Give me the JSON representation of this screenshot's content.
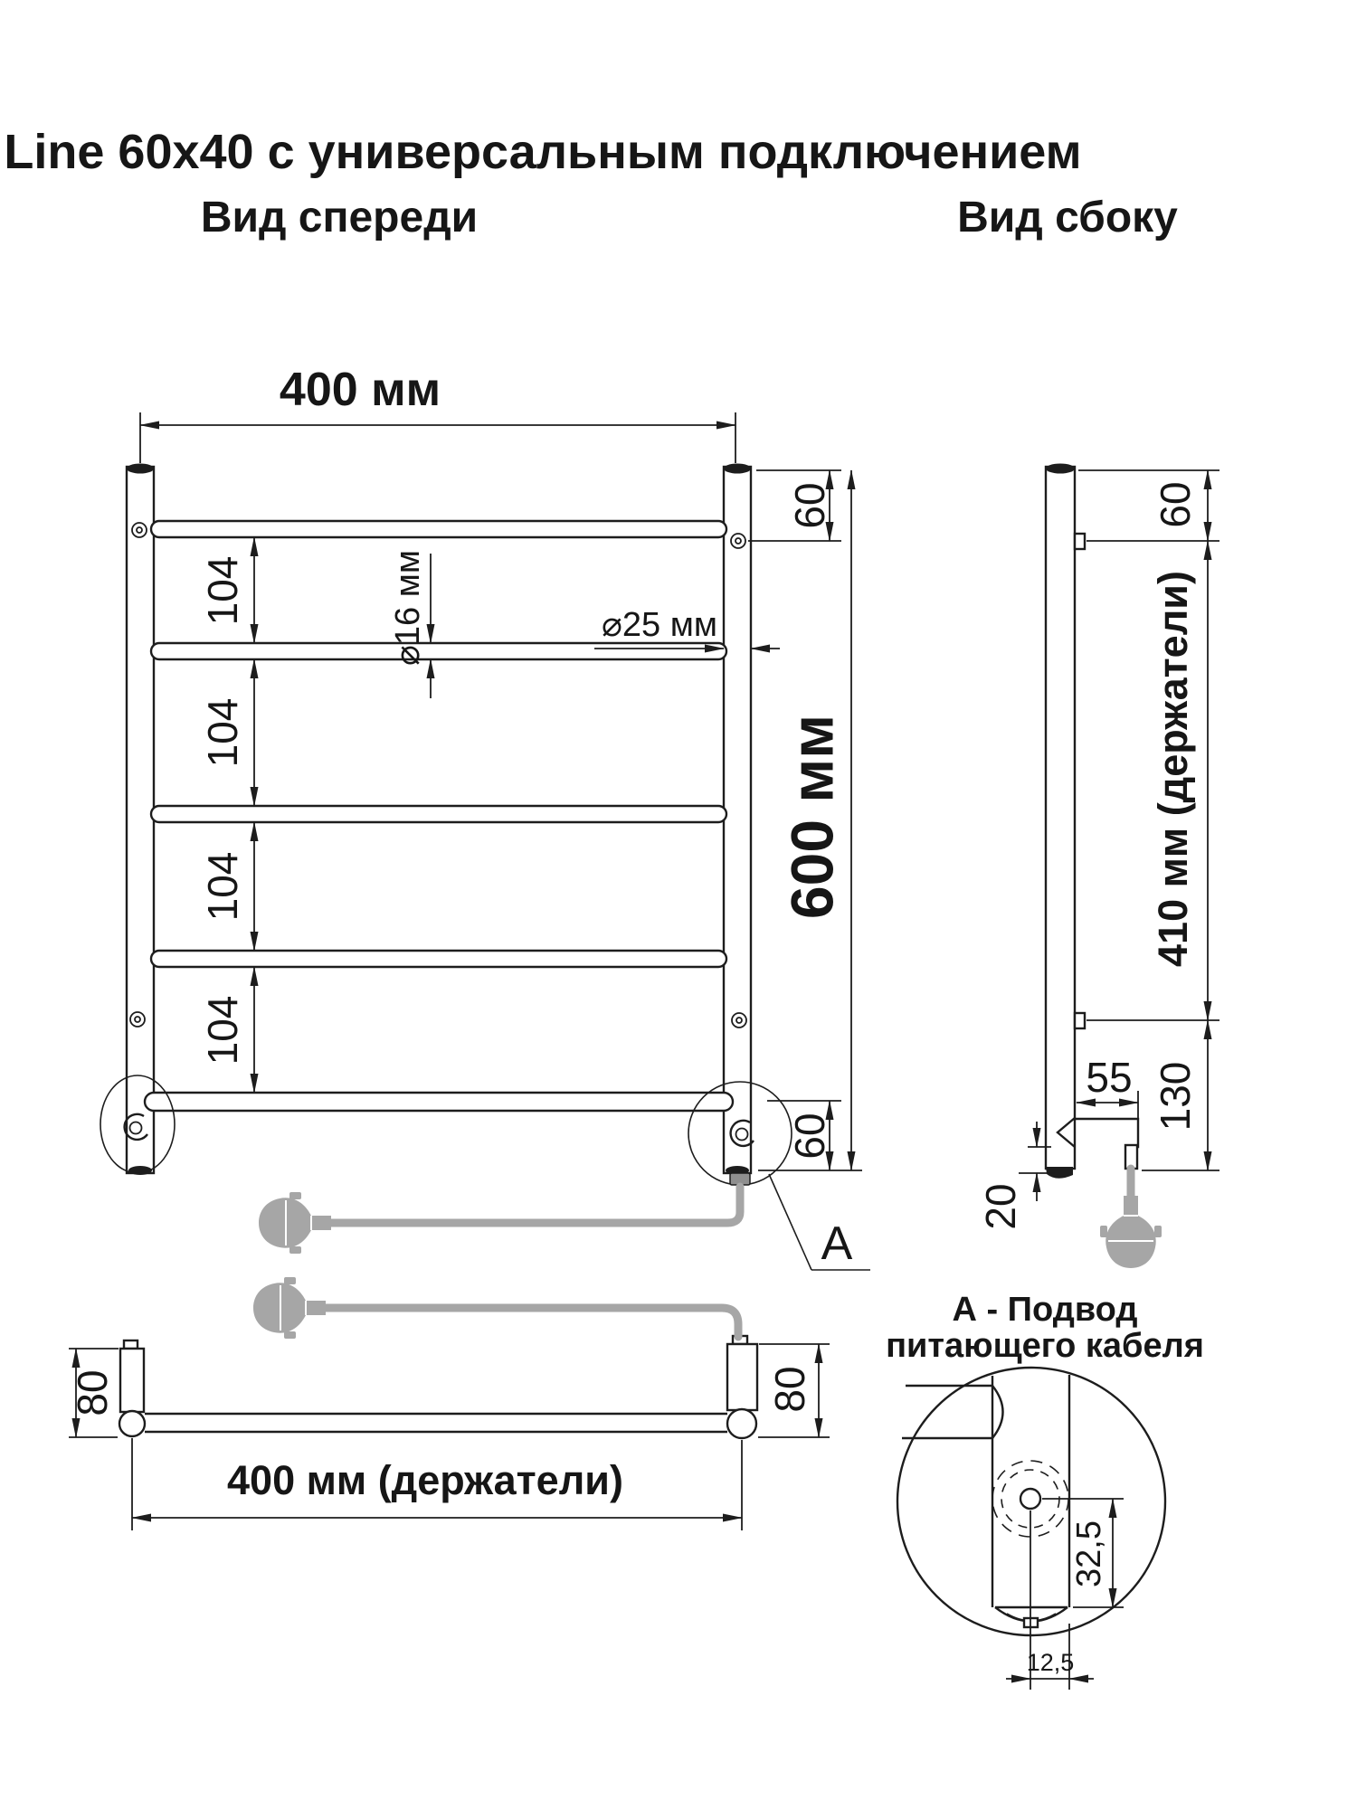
{
  "title": "Line 60x40 с универсальным подключением",
  "labels": {
    "front_view": "Вид спереди",
    "side_view": "Вид сбоку"
  },
  "front": {
    "width_label": "400 мм",
    "height_label": "600 мм",
    "top_offset": "60",
    "bottom_offset": "60",
    "rung_gaps": [
      "104",
      "104",
      "104",
      "104"
    ],
    "rung_diameter": "⌀16 мм",
    "post_diameter": "⌀25 мм",
    "callout_letter": "А"
  },
  "side": {
    "top_offset": "60",
    "holders_height": "410 мм (держатели)",
    "elbow_depth": "55",
    "bottom_block": "130",
    "cable_offset": "20"
  },
  "bottom": {
    "left_height": "80",
    "right_height": "80",
    "holders_width": "400 мм (держатели)"
  },
  "detail": {
    "caption_line1": "А - Подвод",
    "caption_line2": "питающего кабеля",
    "dim_vertical": "32,5",
    "dim_horizontal": "12,5"
  },
  "colors": {
    "line": "#1d1d1d",
    "cable": "#a6a6a6",
    "background": "#ffffff"
  }
}
